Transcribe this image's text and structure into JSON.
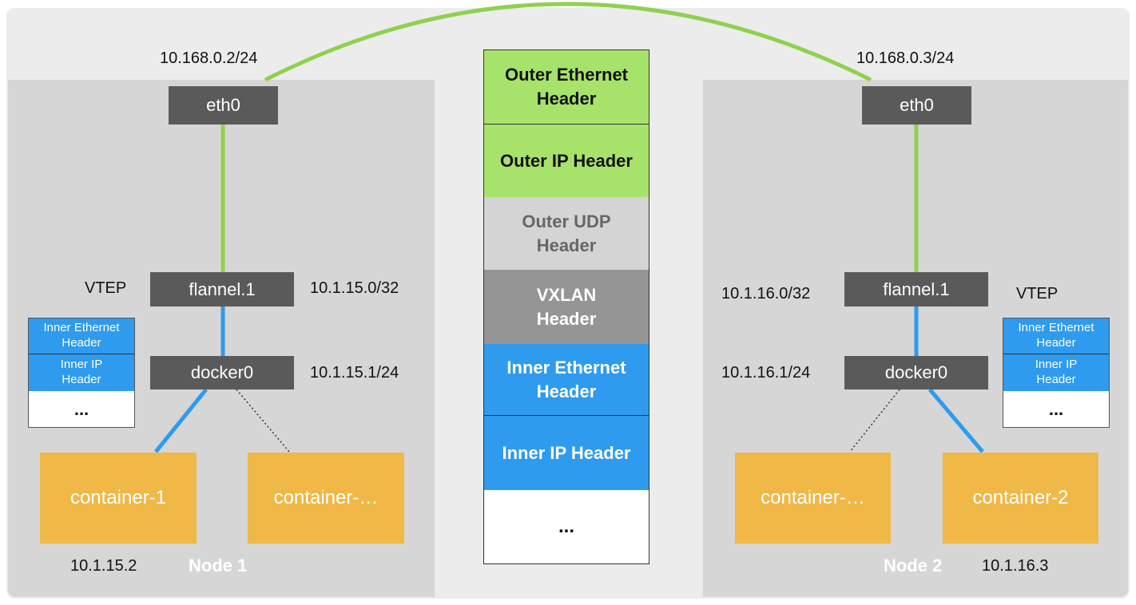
{
  "colors": {
    "green": "#8fd14f",
    "light_green": "#a7e36b",
    "blue": "#2e9bef",
    "gray_light": "#d4d4d4",
    "gray_mid": "#959595",
    "dark": "#5a5a5a",
    "orange": "#f0b846"
  },
  "node1": {
    "label": "Node 1",
    "eth0": {
      "name": "eth0",
      "ip": "10.168.0.2/24"
    },
    "flannel": {
      "name": "flannel.1",
      "ip": "10.1.15.0/32",
      "role": "VTEP"
    },
    "docker": {
      "name": "docker0",
      "ip": "10.1.15.1/24"
    },
    "containers": [
      {
        "name": "container-1",
        "ip": "10.1.15.2"
      },
      {
        "name": "container-…"
      }
    ],
    "packet": [
      "Inner Ethernet\nHeader",
      "Inner IP\nHeader",
      "..."
    ]
  },
  "node2": {
    "label": "Node 2",
    "eth0": {
      "name": "eth0",
      "ip": "10.168.0.3/24"
    },
    "flannel": {
      "name": "flannel.1",
      "ip": "10.1.16.0/32",
      "role": "VTEP"
    },
    "docker": {
      "name": "docker0",
      "ip": "10.1.16.1/24"
    },
    "containers": [
      {
        "name": "container-…"
      },
      {
        "name": "container-2",
        "ip": "10.1.16.3"
      }
    ],
    "packet": [
      "Inner Ethernet\nHeader",
      "Inner IP\nHeader",
      "..."
    ]
  },
  "frame": {
    "segments": [
      {
        "text": "Outer Ethernet\nHeader",
        "color": "#a7e36b"
      },
      {
        "text": "Outer IP Header",
        "color": "#a7e36b"
      },
      {
        "text": "Outer UDP\nHeader",
        "color": "#d4d4d4"
      },
      {
        "text": "VXLAN\nHeader",
        "color": "#959595"
      },
      {
        "text": "Inner Ethernet\nHeader",
        "color": "#2e9bef"
      },
      {
        "text": "Inner IP Header",
        "color": "#2e9bef"
      },
      {
        "text": "...",
        "color": "#ffffff"
      }
    ]
  }
}
